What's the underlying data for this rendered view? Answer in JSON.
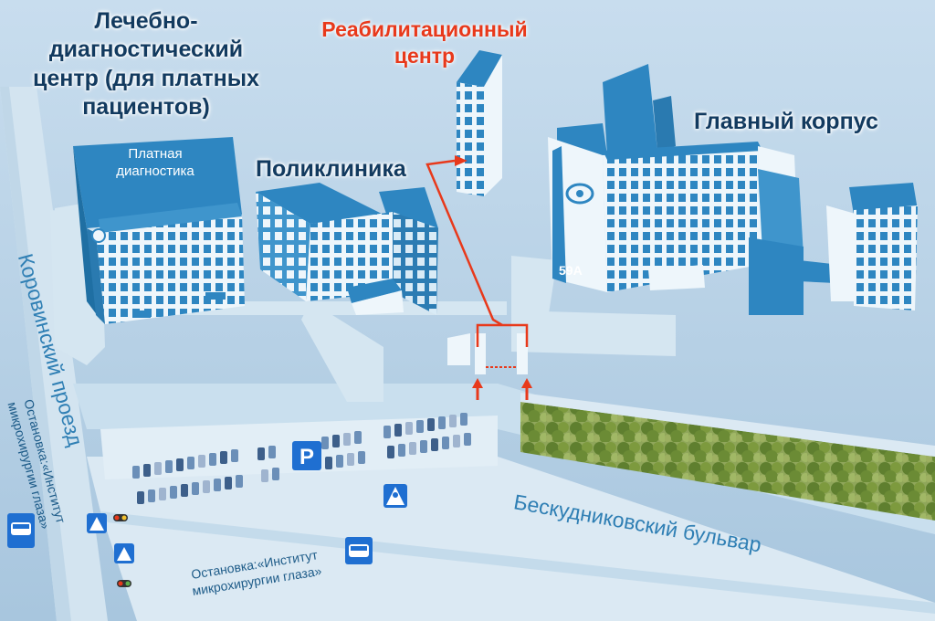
{
  "buildings": {
    "lkc_title": "Лечебно-\nдиагностический\nцентр (для платных\nпациентов)",
    "paid_diag": "Платная\nдиагностика",
    "rehab_title": "Реабилитационный\nцентр",
    "polyclinic": "Поликлиника",
    "main_building": "Главный корпус",
    "building_number": "59А"
  },
  "streets": {
    "korovinsky": "Коровинский проезд",
    "beskudnikovsky": "Бескудниковский бульвар"
  },
  "stops": {
    "stop_left": "Остановка:«Институт\nмикрохирургии глаза»",
    "stop_bottom": "Остановка:«Институт\nмикрохирургии глаза»"
  },
  "signs": {
    "parking": "P"
  },
  "colors": {
    "background": "#b9d3e6",
    "road": "#dbe9f3",
    "building_face": "#eef6fb",
    "building_roof": "#2e86c1",
    "route": "#e8391b",
    "tree": "#6d8e3a",
    "sign_blue": "#1f6fd1"
  },
  "icons": [
    "eye-logo-icon",
    "parking-sign-icon",
    "pedestrian-crossing-icon",
    "bus-stop-icon",
    "traffic-light-icon",
    "route-arrow-icon"
  ]
}
